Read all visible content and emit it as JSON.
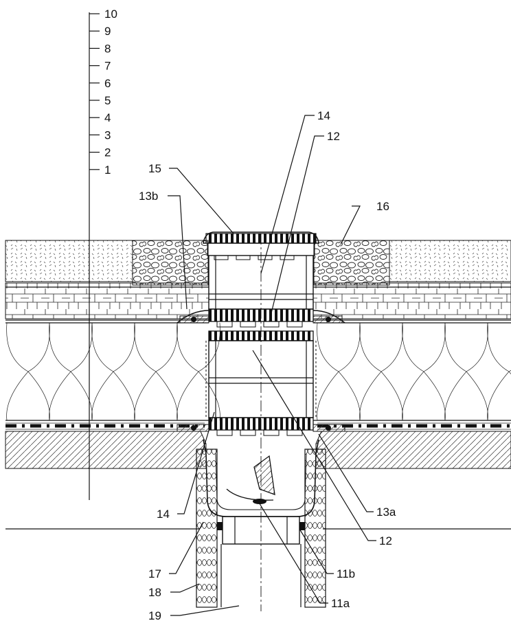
{
  "layer_scale": {
    "labels": [
      "10",
      "9",
      "8",
      "7",
      "6",
      "5",
      "4",
      "3",
      "2",
      "1"
    ]
  },
  "callouts": {
    "c14_top": "14",
    "c12_top": "12",
    "c15": "15",
    "c13b": "13b",
    "c16": "16",
    "c14_bottom": "14",
    "c13a": "13a",
    "c12_bottom": "12",
    "c17": "17",
    "c11b": "11b",
    "c18": "18",
    "c11a": "11a",
    "c19": "19"
  },
  "colors": {
    "line": "#111111",
    "background": "#ffffff"
  }
}
